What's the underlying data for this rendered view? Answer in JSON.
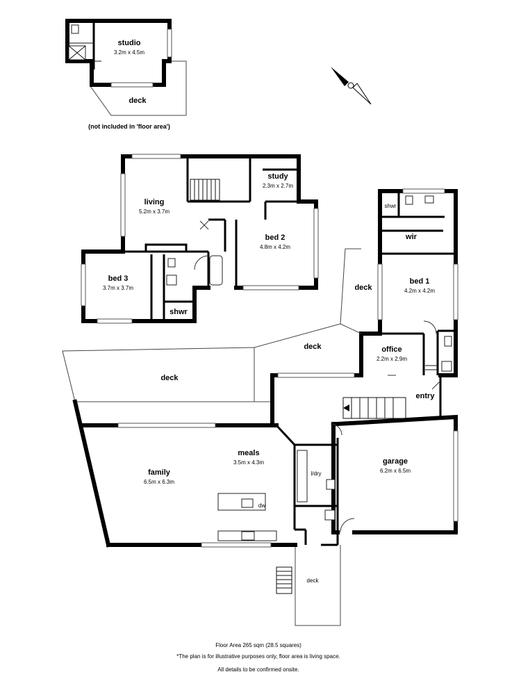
{
  "rooms": {
    "studio": {
      "name": "studio",
      "dims": "3.2m x 4.5m"
    },
    "studio_deck": {
      "name": "deck"
    },
    "living": {
      "name": "living",
      "dims": "5.2m x 3.7m"
    },
    "study": {
      "name": "study",
      "dims": "2.3m x 2.7m"
    },
    "bed2": {
      "name": "bed 2",
      "dims": "4.8m x 4.2m"
    },
    "bed3": {
      "name": "bed 3",
      "dims": "3.7m x 3.7m"
    },
    "shwr_mid": {
      "name": "shwr"
    },
    "shwr_top": {
      "name": "shwr"
    },
    "wir": {
      "name": "wir"
    },
    "bed1": {
      "name": "bed 1",
      "dims": "4.2m x 4.2m"
    },
    "deck_right": {
      "name": "deck"
    },
    "deck_mid": {
      "name": "deck"
    },
    "office": {
      "name": "office",
      "dims": "2.2m x 2.9m"
    },
    "deck_left": {
      "name": "deck"
    },
    "entry": {
      "name": "entry"
    },
    "meals": {
      "name": "meals",
      "dims": "3.5m x 4.3m"
    },
    "family": {
      "name": "family",
      "dims": "6.5m x 6.3m"
    },
    "ldry": {
      "name": "l/dry"
    },
    "garage": {
      "name": "garage",
      "dims": "6.2m x 6.5m"
    },
    "dw": {
      "name": "dw"
    },
    "deck_bottom": {
      "name": "deck"
    }
  },
  "notes": {
    "studio_excluded": "(not included in 'floor area')",
    "floor_area": "Floor Area 265 sqm (28.5 squares)",
    "disclaimer": "*The plan is for illustrative purposes only, floor area is living space.",
    "confirm": "All details to be confirmed onsite."
  },
  "compass": {
    "icon": "north-arrow-icon"
  },
  "colors": {
    "wall": "#000000",
    "line": "#444444",
    "background": "#ffffff"
  }
}
